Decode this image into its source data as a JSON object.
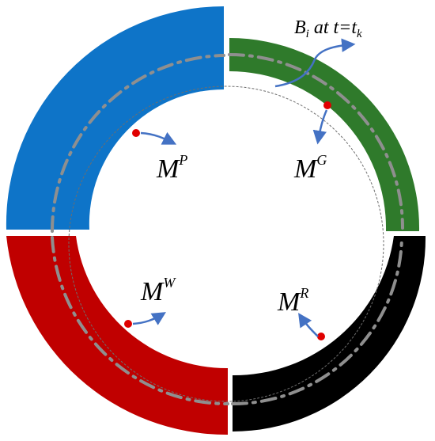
{
  "colors": {
    "blue": "#0E74C8",
    "green": "#2F7A2B",
    "red": "#C00000",
    "black": "#000000",
    "centerline": "#8F8F8F",
    "guide": "#6E6E6E",
    "arrow": "#4472C4",
    "dot": "#E00000"
  },
  "annotation": {
    "base": "B",
    "base_subscript": "i",
    "condition": "at t=t",
    "condition_subscript": "k"
  },
  "labels": {
    "p": {
      "base": "M",
      "superscript": "P"
    },
    "g": {
      "base": "M",
      "superscript": "G"
    },
    "w": {
      "base": "M",
      "superscript": "W"
    },
    "r": {
      "base": "M",
      "superscript": "R"
    }
  }
}
